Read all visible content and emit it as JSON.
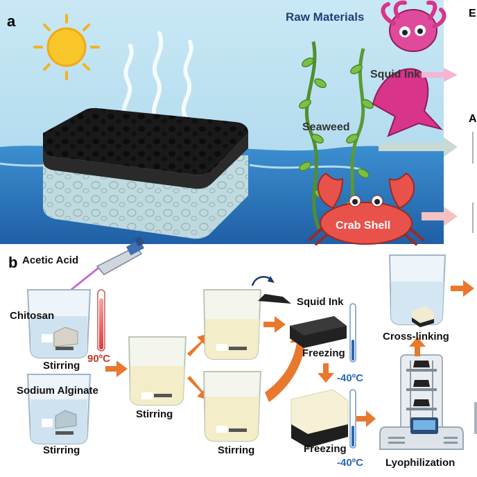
{
  "panel_a": {
    "label": "a",
    "raw_materials": "Raw Materials",
    "squid_ink": "Squid Ink",
    "seaweed": "Seaweed",
    "crab_shell": "Crab Shell",
    "cut_letters": [
      "E",
      "A"
    ]
  },
  "panel_b": {
    "label": "b",
    "acetic_acid": "Acetic Acid",
    "chitosan": "Chitosan",
    "sodium_alginate": "Sodium Alginate",
    "stirring": "Stirring",
    "temp_hot": "90ºC",
    "squid_ink": "Squid Ink",
    "freezing": "Freezing",
    "temp_cold": "-40ºC",
    "cross_linking": "Cross-linking",
    "lyophilization": "Lyophilization"
  },
  "colors": {
    "sky": "#bfe3f2",
    "sea": "#2f7fc4",
    "title_blue": "#1f3f78",
    "arrow_orange": "#e8782d",
    "temp_red": "#c0392b",
    "temp_blue": "#2a68b8",
    "crab": "#e8524a",
    "squid": "#d8348a",
    "seaweed": "#5a9a35"
  }
}
